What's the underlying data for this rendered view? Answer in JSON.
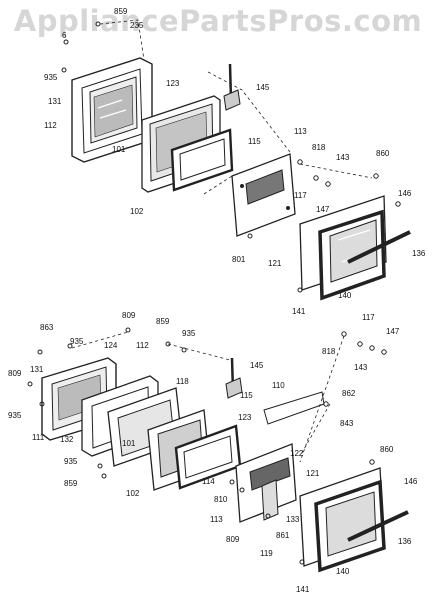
{
  "watermark": "AppliancePartsPros.com",
  "top_assembly": {
    "labels": [
      "859",
      "235",
      "6",
      "935",
      "131",
      "123",
      "112",
      "145",
      "101",
      "115",
      "113",
      "818",
      "143",
      "860",
      "102",
      "117",
      "146",
      "147",
      "121",
      "136",
      "801",
      "140",
      "141"
    ]
  },
  "bottom_assembly": {
    "labels": [
      "809",
      "859",
      "935",
      "863",
      "935",
      "124",
      "112",
      "117",
      "147",
      "131",
      "145",
      "818",
      "809",
      "143",
      "110",
      "118",
      "862",
      "935",
      "132",
      "115",
      "111",
      "101",
      "123",
      "843",
      "122",
      "860",
      "935",
      "114",
      "121",
      "146",
      "859",
      "810",
      "102",
      "133",
      "113",
      "136",
      "809",
      "861",
      "119",
      "140",
      "141"
    ]
  }
}
